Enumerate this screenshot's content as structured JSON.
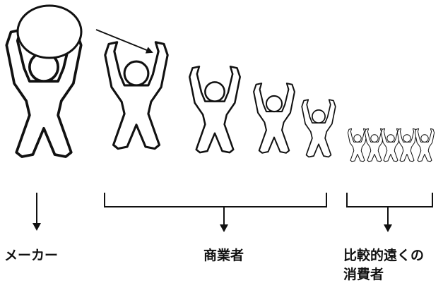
{
  "labels": {
    "maker": "メーカー",
    "merchants": "商業者",
    "consumers_line1": "比較的遠くの",
    "consumers_line2": "消費者"
  },
  "figures": {
    "merchant_count": 4,
    "consumer_count": 5
  },
  "colors": {
    "ink": "#111111",
    "background": "#ffffff"
  }
}
